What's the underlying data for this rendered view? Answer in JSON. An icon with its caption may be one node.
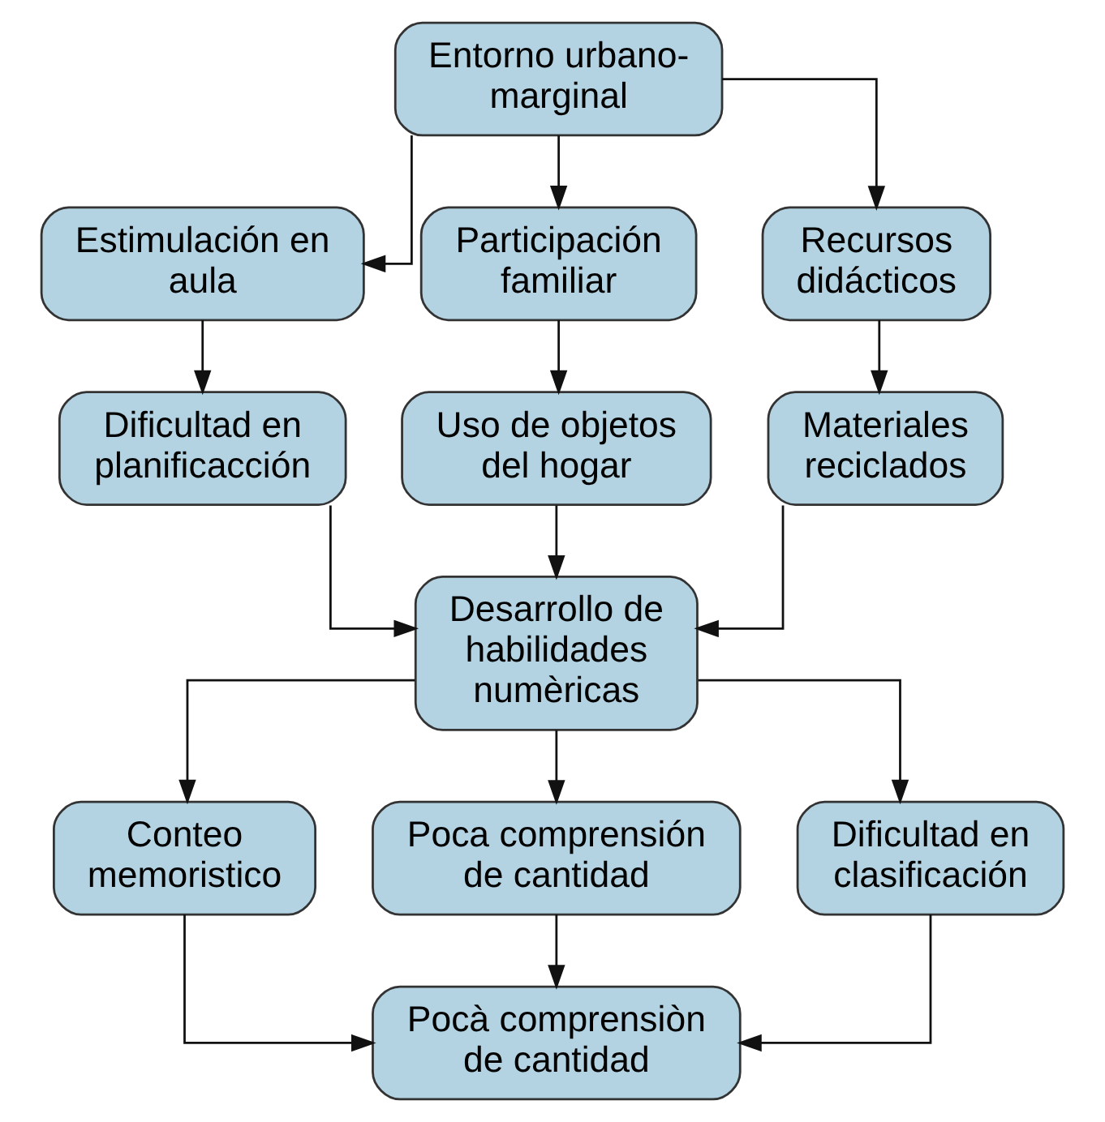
{
  "diagram": {
    "nodes": [
      {
        "text": [
          "Entorno urbano-marginal"
        ]
      },
      {
        "text": [
          "Estimulación en aula"
        ]
      },
      {
        "text": [
          "Participación familiar"
        ]
      },
      {
        "text": [
          "Recursos didácticos"
        ]
      },
      {
        "text": [
          "Dificultad en planificacción"
        ]
      },
      {
        "text": [
          "Uso de objetos del hogar"
        ]
      },
      {
        "text": [
          "Materiales reciclados"
        ]
      },
      {
        "text": [
          "Desarrollo de habilidades numèricas"
        ]
      },
      {
        "text": [
          "Conteo memoristico"
        ]
      },
      {
        "text": [
          "Poca comprensión de cantidad"
        ]
      },
      {
        "text": [
          "Dificultad en clasificación"
        ]
      },
      {
        "text": [
          "Pocà comprensiòn de cantidad"
        ]
      }
    ],
    "edges": [
      {
        "from": 0,
        "to": 1,
        "arrow": "to"
      },
      {
        "from": 0,
        "to": 2,
        "arrow": "to"
      },
      {
        "from": 0,
        "to": 3,
        "arrow": "to"
      },
      {
        "from": 1,
        "to": 4,
        "arrow": "to"
      },
      {
        "from": 2,
        "to": 5,
        "arrow": "to"
      },
      {
        "from": 3,
        "to": 6,
        "arrow": "to"
      },
      {
        "from": 4,
        "to": 7,
        "arrow": "to"
      },
      {
        "from": 5,
        "to": 7,
        "arrow": "to"
      },
      {
        "from": 6,
        "to": 7,
        "arrow": "to"
      },
      {
        "from": 7,
        "to": 8,
        "arrow": "to"
      },
      {
        "from": 7,
        "to": 9,
        "arrow": "to"
      },
      {
        "from": 7,
        "to": 10,
        "arrow": "to"
      },
      {
        "from": 8,
        "to": 11,
        "arrow": "to"
      },
      {
        "from": 9,
        "to": 11,
        "arrow": "to"
      },
      {
        "from": 10,
        "to": 11,
        "arrow": "to"
      }
    ]
  }
}
